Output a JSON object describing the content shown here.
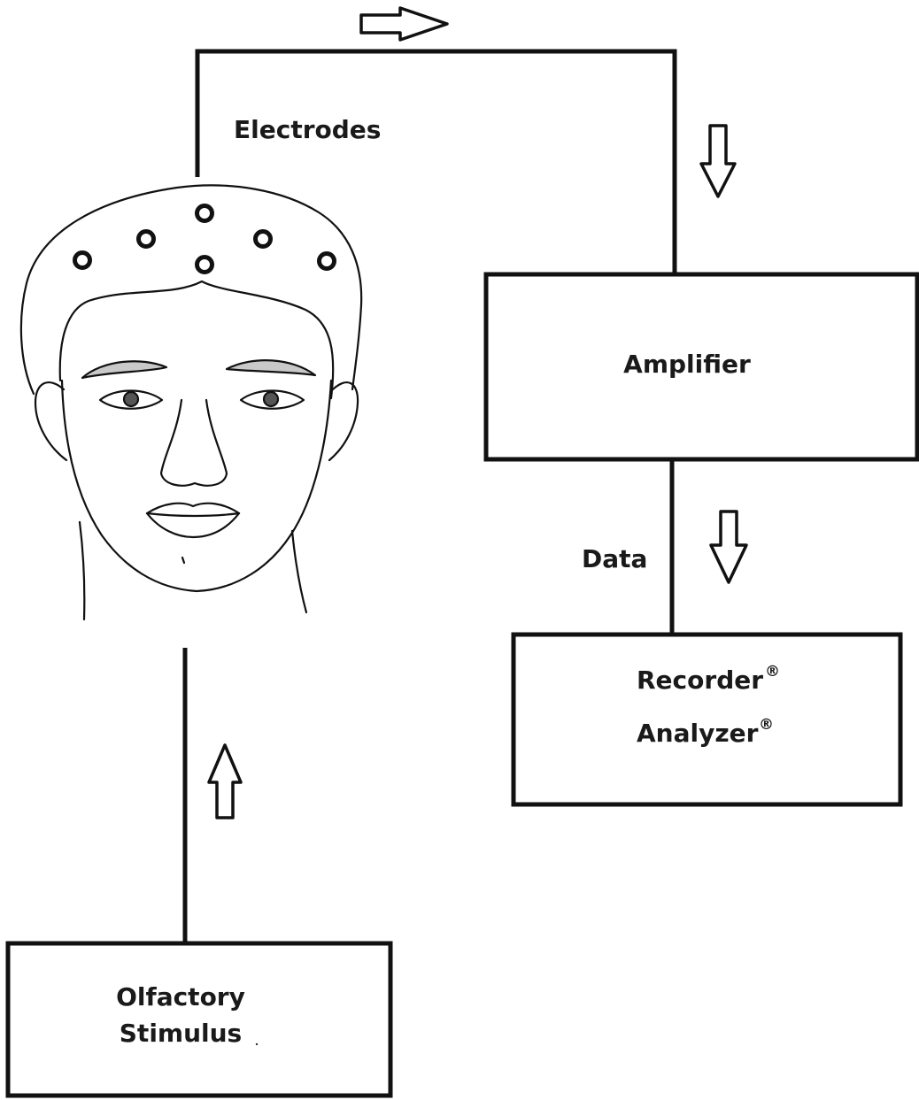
{
  "labels": {
    "electrodes": "Electrodes",
    "amplifier": "Amplifier",
    "data": "Data",
    "recorder": "Recorder",
    "analyzer": "Analyzer",
    "registered_mark": "®",
    "olfactory": "Olfactory",
    "stimulus": "Stimulus"
  },
  "nodes": [
    {
      "id": "head",
      "kind": "illustration",
      "icon": "head-with-electrodes",
      "electrode_count": 6
    },
    {
      "id": "amplifier",
      "kind": "box"
    },
    {
      "id": "recorder-analyzer",
      "kind": "box"
    },
    {
      "id": "olfactory-stimulus",
      "kind": "box"
    }
  ],
  "edges": [
    {
      "from": "olfactory-stimulus",
      "to": "head",
      "arrow": "up"
    },
    {
      "from": "head",
      "to": "amplifier",
      "label_key": "electrodes",
      "arrow": "right-then-down"
    },
    {
      "from": "amplifier",
      "to": "recorder-analyzer",
      "label_key": "data",
      "arrow": "down"
    }
  ]
}
